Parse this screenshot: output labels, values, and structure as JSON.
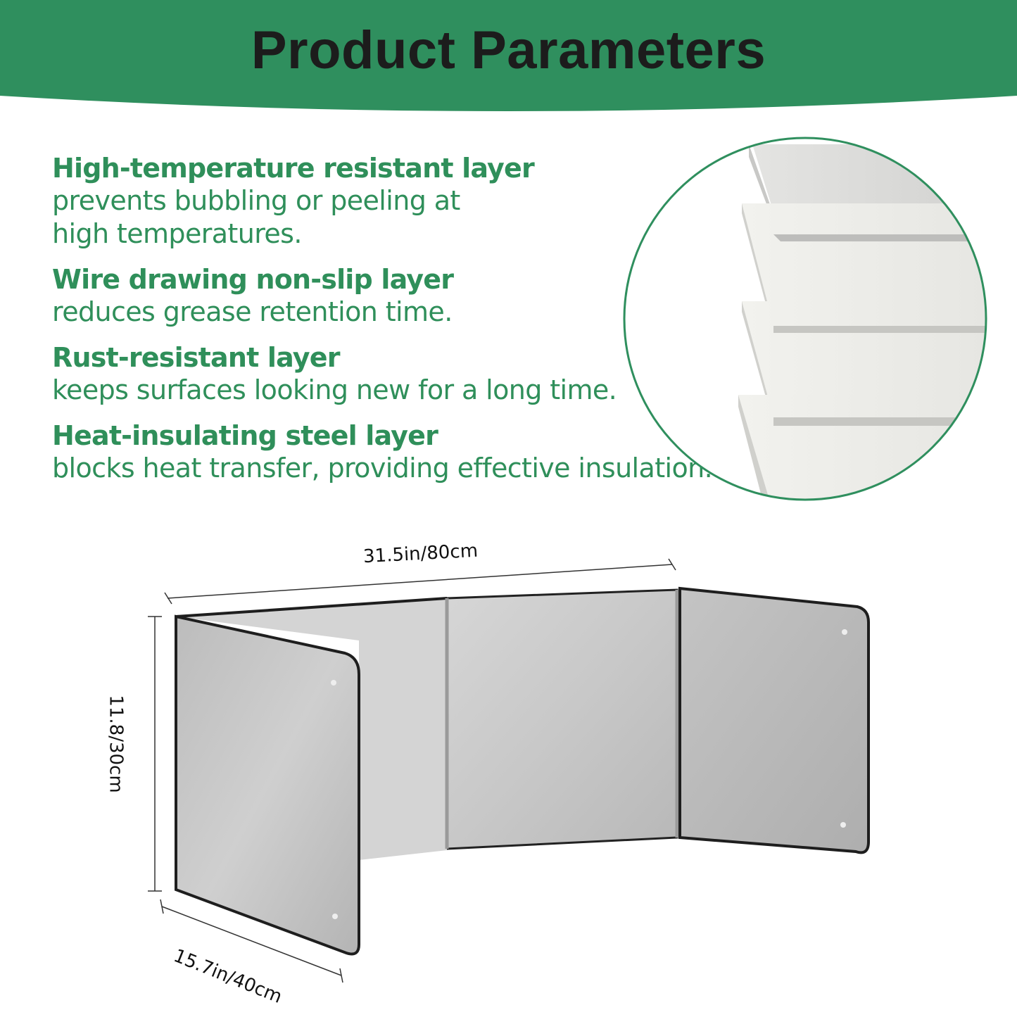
{
  "header": {
    "title": "Product Parameters",
    "band_color": "#2f8f5e"
  },
  "features": [
    {
      "title": "High-temperature resistant layer",
      "description": "prevents bubbling or peeling at high temperatures."
    },
    {
      "title": "Wire drawing non-slip layer",
      "description": "reduces grease retention time."
    },
    {
      "title": "Rust-resistant layer",
      "description": "keeps surfaces looking new for a long time."
    },
    {
      "title": "Heat-insulating steel layer",
      "description": "blocks heat transfer, providing effective insulation."
    }
  ],
  "dimensions": {
    "width": "31.5in/80cm",
    "height": "11.8/30cm",
    "depth": "15.7in/40cm"
  },
  "colors": {
    "accent_green": "#2f8f5a",
    "panel_silver": "#c4c4c4",
    "panel_edge": "#1e1e1e"
  }
}
